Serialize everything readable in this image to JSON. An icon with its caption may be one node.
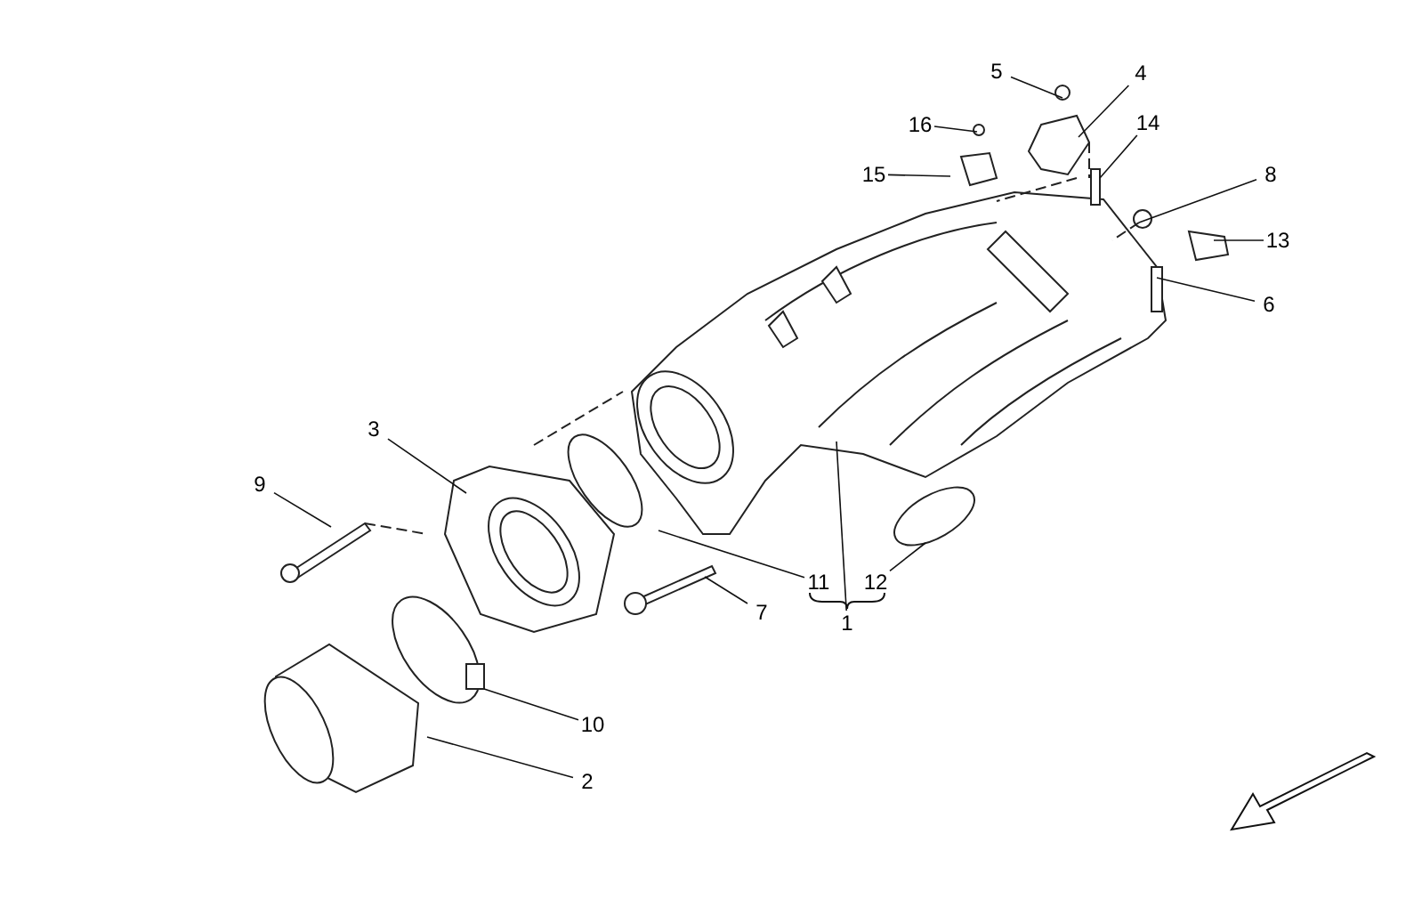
{
  "diagram": {
    "nodes": [
      {
        "text": [
          "5"
        ]
      },
      {
        "text": [
          "4"
        ]
      },
      {
        "text": [
          "16"
        ]
      },
      {
        "text": [
          "14"
        ]
      },
      {
        "text": [
          "15"
        ]
      },
      {
        "text": [
          "8"
        ]
      },
      {
        "text": [
          "13"
        ]
      },
      {
        "text": [
          "6"
        ]
      },
      {
        "text": [
          "3"
        ]
      },
      {
        "text": [
          "9"
        ]
      },
      {
        "text": [
          "11"
        ]
      },
      {
        "text": [
          "12"
        ]
      },
      {
        "text": [
          "1"
        ]
      },
      {
        "text": [
          "7"
        ]
      },
      {
        "text": [
          "10"
        ]
      },
      {
        "text": [
          "2"
        ]
      }
    ],
    "edges": [
      {
        "from": 0,
        "to": null,
        "arrow": "none"
      },
      {
        "from": 1,
        "to": null,
        "arrow": "none"
      },
      {
        "from": 2,
        "to": null,
        "arrow": "none"
      },
      {
        "from": 3,
        "to": null,
        "arrow": "none"
      },
      {
        "from": 4,
        "to": null,
        "arrow": "none"
      },
      {
        "from": 5,
        "to": null,
        "arrow": "none"
      },
      {
        "from": 6,
        "to": null,
        "arrow": "none"
      },
      {
        "from": 7,
        "to": null,
        "arrow": "none"
      },
      {
        "from": 8,
        "to": null,
        "arrow": "none"
      },
      {
        "from": 9,
        "to": null,
        "arrow": "none"
      },
      {
        "from": 10,
        "to": null,
        "arrow": "none"
      },
      {
        "from": 11,
        "to": null,
        "arrow": "none"
      },
      {
        "from": 12,
        "to": null,
        "arrow": "none"
      },
      {
        "from": 13,
        "to": null,
        "arrow": "none"
      },
      {
        "from": 14,
        "to": null,
        "arrow": "none"
      },
      {
        "from": 15,
        "to": null,
        "arrow": "none"
      }
    ]
  }
}
